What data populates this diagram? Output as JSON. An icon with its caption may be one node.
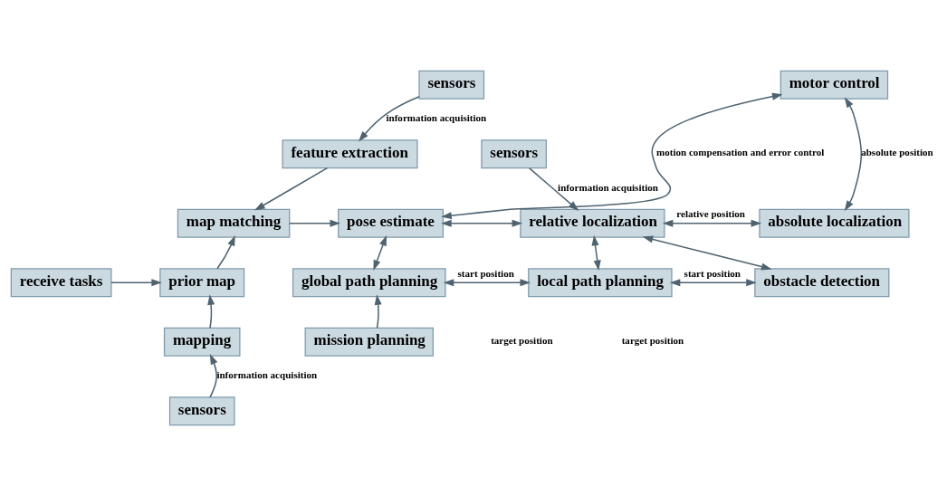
{
  "diagram": {
    "nodes": [
      {
        "text": [
          "sensors"
        ]
      },
      {
        "text": [
          "feature extraction"
        ]
      },
      {
        "text": [
          "map matching"
        ]
      },
      {
        "text": [
          "receive tasks"
        ]
      },
      {
        "text": [
          "prior map"
        ]
      },
      {
        "text": [
          "mapping"
        ]
      },
      {
        "text": [
          "sensors"
        ]
      },
      {
        "text": [
          "pose estimate"
        ]
      },
      {
        "text": [
          "global path planning"
        ]
      },
      {
        "text": [
          "mission planning"
        ]
      },
      {
        "text": [
          "sensors"
        ]
      },
      {
        "text": [
          "relative localization"
        ]
      },
      {
        "text": [
          "local path planning"
        ]
      },
      {
        "text": [
          "motor control"
        ]
      },
      {
        "text": [
          "absolute localization"
        ]
      },
      {
        "text": [
          "obstacle detection"
        ]
      }
    ],
    "edges": [
      {
        "from": 0,
        "to": 1,
        "arrow": "to",
        "label": "information acquisition"
      },
      {
        "from": 1,
        "to": 2,
        "arrow": "to"
      },
      {
        "from": 2,
        "to": 7,
        "arrow": "to"
      },
      {
        "from": 3,
        "to": 4,
        "arrow": "to"
      },
      {
        "from": 4,
        "to": 2,
        "arrow": "to"
      },
      {
        "from": 5,
        "to": 4,
        "arrow": "to"
      },
      {
        "from": 6,
        "to": 5,
        "arrow": "to",
        "label": "information acquisition"
      },
      {
        "from": 7,
        "to": 13,
        "arrow": "both",
        "label": "motion compensation and error control"
      },
      {
        "from": 7,
        "to": 11,
        "arrow": "both"
      },
      {
        "from": 7,
        "to": 8,
        "arrow": "both"
      },
      {
        "from": 9,
        "to": 8,
        "arrow": "to"
      },
      {
        "from": 10,
        "to": 11,
        "arrow": "to",
        "label": "information acquisition"
      },
      {
        "from": 11,
        "to": 14,
        "arrow": "both",
        "label": "relative position"
      },
      {
        "from": 14,
        "to": 13,
        "arrow": "both",
        "label": "absolute position"
      },
      {
        "from": 11,
        "to": 12,
        "arrow": "both"
      },
      {
        "from": 11,
        "to": 15,
        "arrow": "both"
      },
      {
        "from": 8,
        "to": 12,
        "arrow": "both",
        "label": "start position"
      },
      {
        "from": 12,
        "to": 15,
        "arrow": "both",
        "label": "start position"
      }
    ],
    "labels": [
      "target position",
      "target position"
    ]
  }
}
